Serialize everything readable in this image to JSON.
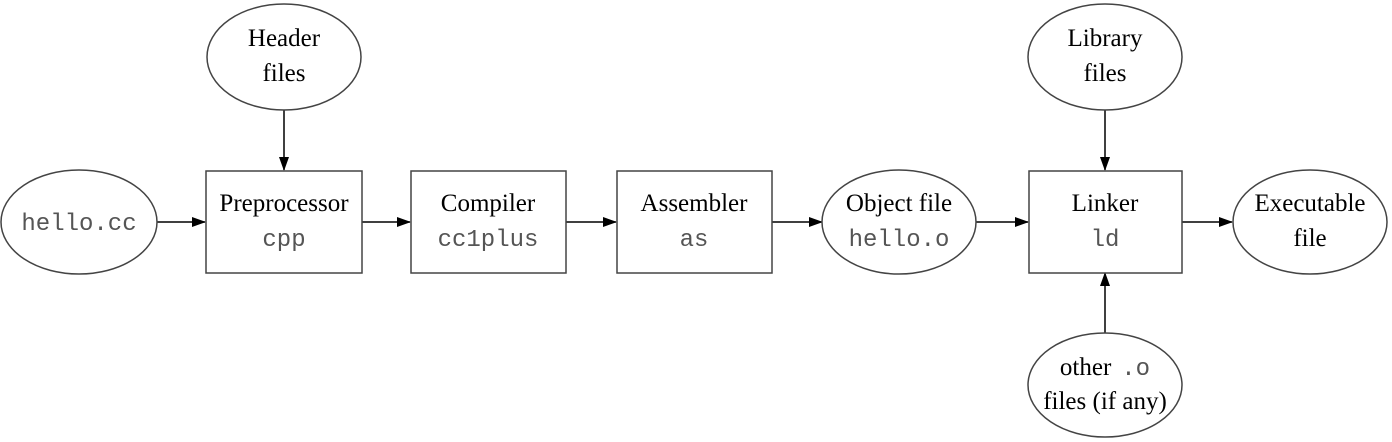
{
  "nodes": {
    "header_files": {
      "line1": "Header",
      "line2": "files"
    },
    "hello_cc": {
      "mono": "hello.cc"
    },
    "preprocessor": {
      "title": "Preprocessor",
      "cmd": "cpp"
    },
    "compiler": {
      "title": "Compiler",
      "cmd": "cc1plus"
    },
    "assembler": {
      "title": "Assembler",
      "cmd": "as"
    },
    "object_file": {
      "title": "Object file",
      "cmd": "hello.o"
    },
    "library_files": {
      "line1": "Library",
      "line2": "files"
    },
    "linker": {
      "title": "Linker",
      "cmd": "ld"
    },
    "executable": {
      "line1": "Executable",
      "line2": "file"
    },
    "other_o": {
      "line1_text": "other",
      "line1_mono": ".o",
      "line2": "files (if any)"
    }
  }
}
